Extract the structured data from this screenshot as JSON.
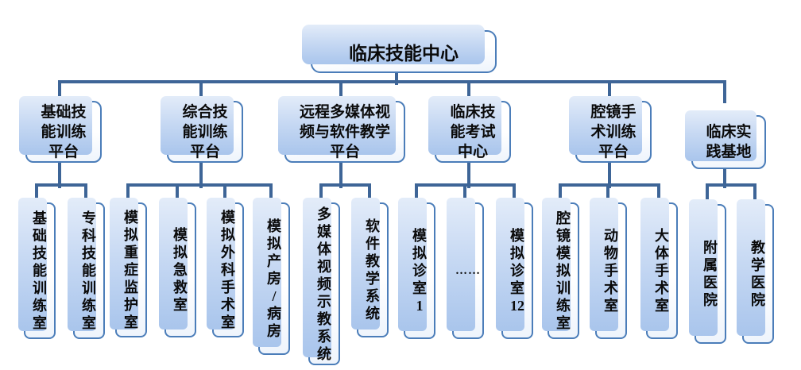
{
  "tree": {
    "root": {
      "label": "临床技能中心"
    },
    "branches": [
      {
        "label": "基础技能训练平台",
        "children": [
          "基础技能训练室",
          "专科技能训练室"
        ]
      },
      {
        "label": "综合技能训练平台",
        "children": [
          "模拟重症监护室",
          "模拟急救室",
          "模拟外科手术室",
          "模拟产房/病房"
        ]
      },
      {
        "label": "远程多媒体视频与软件教学平台",
        "children": [
          "多媒体视频示教系统",
          "软件教学系统"
        ]
      },
      {
        "label": "临床技能考试中心",
        "children": [
          "模拟诊室1",
          "……",
          "模拟诊室12"
        ]
      },
      {
        "label": "腔镜手术训练平台",
        "children": [
          "腔镜模拟训练室",
          "动物手术室",
          "大体手术室"
        ]
      },
      {
        "label": "临床实践基地",
        "children": [
          "附属医院",
          "教学医院"
        ]
      }
    ],
    "colors": {
      "background": "#FFFFFF",
      "connector_line": "#3E6597",
      "box_border": "#4B7DB9",
      "box_fill": "#FFFFFF",
      "shadow_top": "#E3ECF9",
      "shadow_bottom": "#A9C5EC",
      "text": "#0A0A0A"
    }
  }
}
